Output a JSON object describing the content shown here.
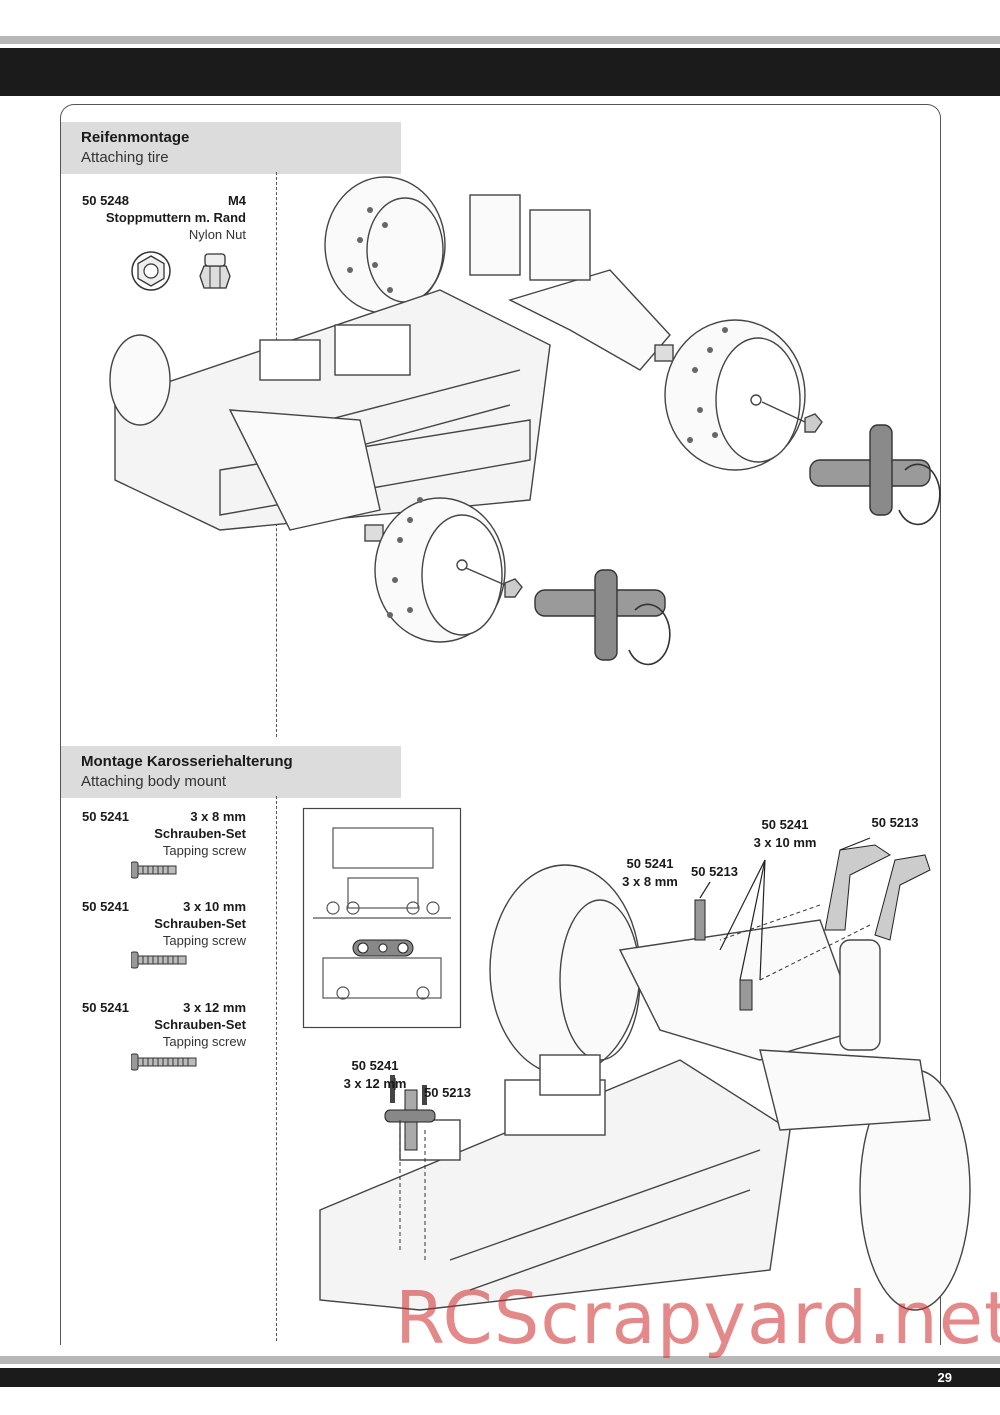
{
  "section1": {
    "title_de": "Reifenmontage",
    "title_en": "Attaching tire",
    "part": {
      "number": "50 5248",
      "size": "M4",
      "name_de": "Stoppmuttern m. Rand",
      "name_en": "Nylon Nut"
    }
  },
  "section2": {
    "title_de": "Montage Karosseriehalterung",
    "title_en": "Attaching body mount",
    "parts": [
      {
        "number": "50 5241",
        "size": "3 x 8 mm",
        "name_de": "Schrauben-Set",
        "name_en": "Tapping screw"
      },
      {
        "number": "50 5241",
        "size": "3 x 10 mm",
        "name_de": "Schrauben-Set",
        "name_en": "Tapping screw"
      },
      {
        "number": "50 5241",
        "size": "3 x 12 mm",
        "name_de": "Schrauben-Set",
        "name_en": "Tapping screw"
      }
    ],
    "callouts": {
      "a_number": "50 5241",
      "a_size": "3 x 10 mm",
      "b_number": "50 5213",
      "c_number": "50 5241",
      "c_size": "3 x 8 mm",
      "d_number": "50 5213",
      "e_number": "50 5241",
      "e_size": "3 x 12 mm",
      "f_number": "50 5213"
    }
  },
  "footer": {
    "page_number": "29"
  },
  "watermark": "RCScrapyard.net"
}
